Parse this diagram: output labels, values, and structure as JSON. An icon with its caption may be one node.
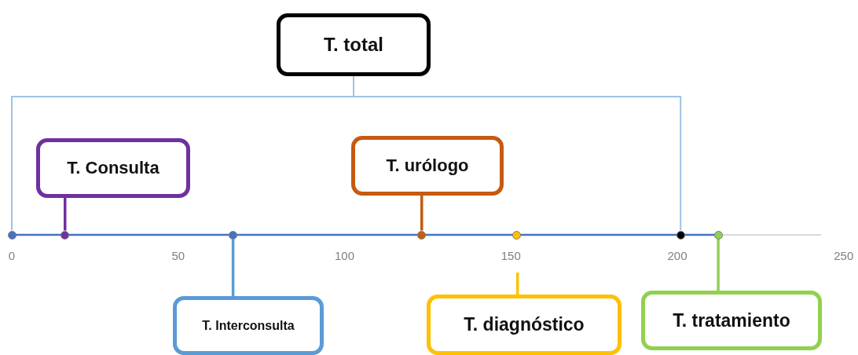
{
  "diagram": {
    "nodes": [
      {
        "text": [
          "T. total"
        ]
      },
      {
        "text": [
          "T. Consulta"
        ]
      },
      {
        "text": [
          "T. urólogo"
        ]
      },
      {
        "text": [
          "T. Interconsulta"
        ]
      },
      {
        "text": [
          "T. diagnóstico"
        ]
      },
      {
        "text": [
          "T. tratamiento"
        ]
      },
      {
        "text": [],
        "shape": "circle"
      },
      {
        "text": [],
        "shape": "circle"
      },
      {
        "text": [],
        "shape": "circle"
      },
      {
        "text": [],
        "shape": "circle"
      },
      {
        "text": [],
        "shape": "circle"
      },
      {
        "text": [],
        "shape": "circle"
      },
      {
        "text": [],
        "shape": "circle"
      }
    ],
    "edges": [
      {
        "from": 1,
        "to": 7,
        "arrow": "none",
        "color": "#7030a0"
      },
      {
        "from": 3,
        "to": 8,
        "arrow": "none",
        "color": "#5b9bd5"
      },
      {
        "from": 2,
        "to": 9,
        "arrow": "none",
        "color": "#c55a11"
      },
      {
        "from": 4,
        "to": null,
        "arrow": "none",
        "color": "#ffc000"
      },
      {
        "from": 5,
        "to": 12,
        "arrow": "none",
        "color": "#92d050"
      },
      {
        "from": 0,
        "to": 6,
        "arrow": "none",
        "color": "#9dc3e6"
      },
      {
        "from": 0,
        "to": 11,
        "arrow": "none",
        "color": "#9dc3e6"
      }
    ],
    "labels": [
      "0",
      "50",
      "100",
      "150",
      "200",
      "250"
    ]
  }
}
